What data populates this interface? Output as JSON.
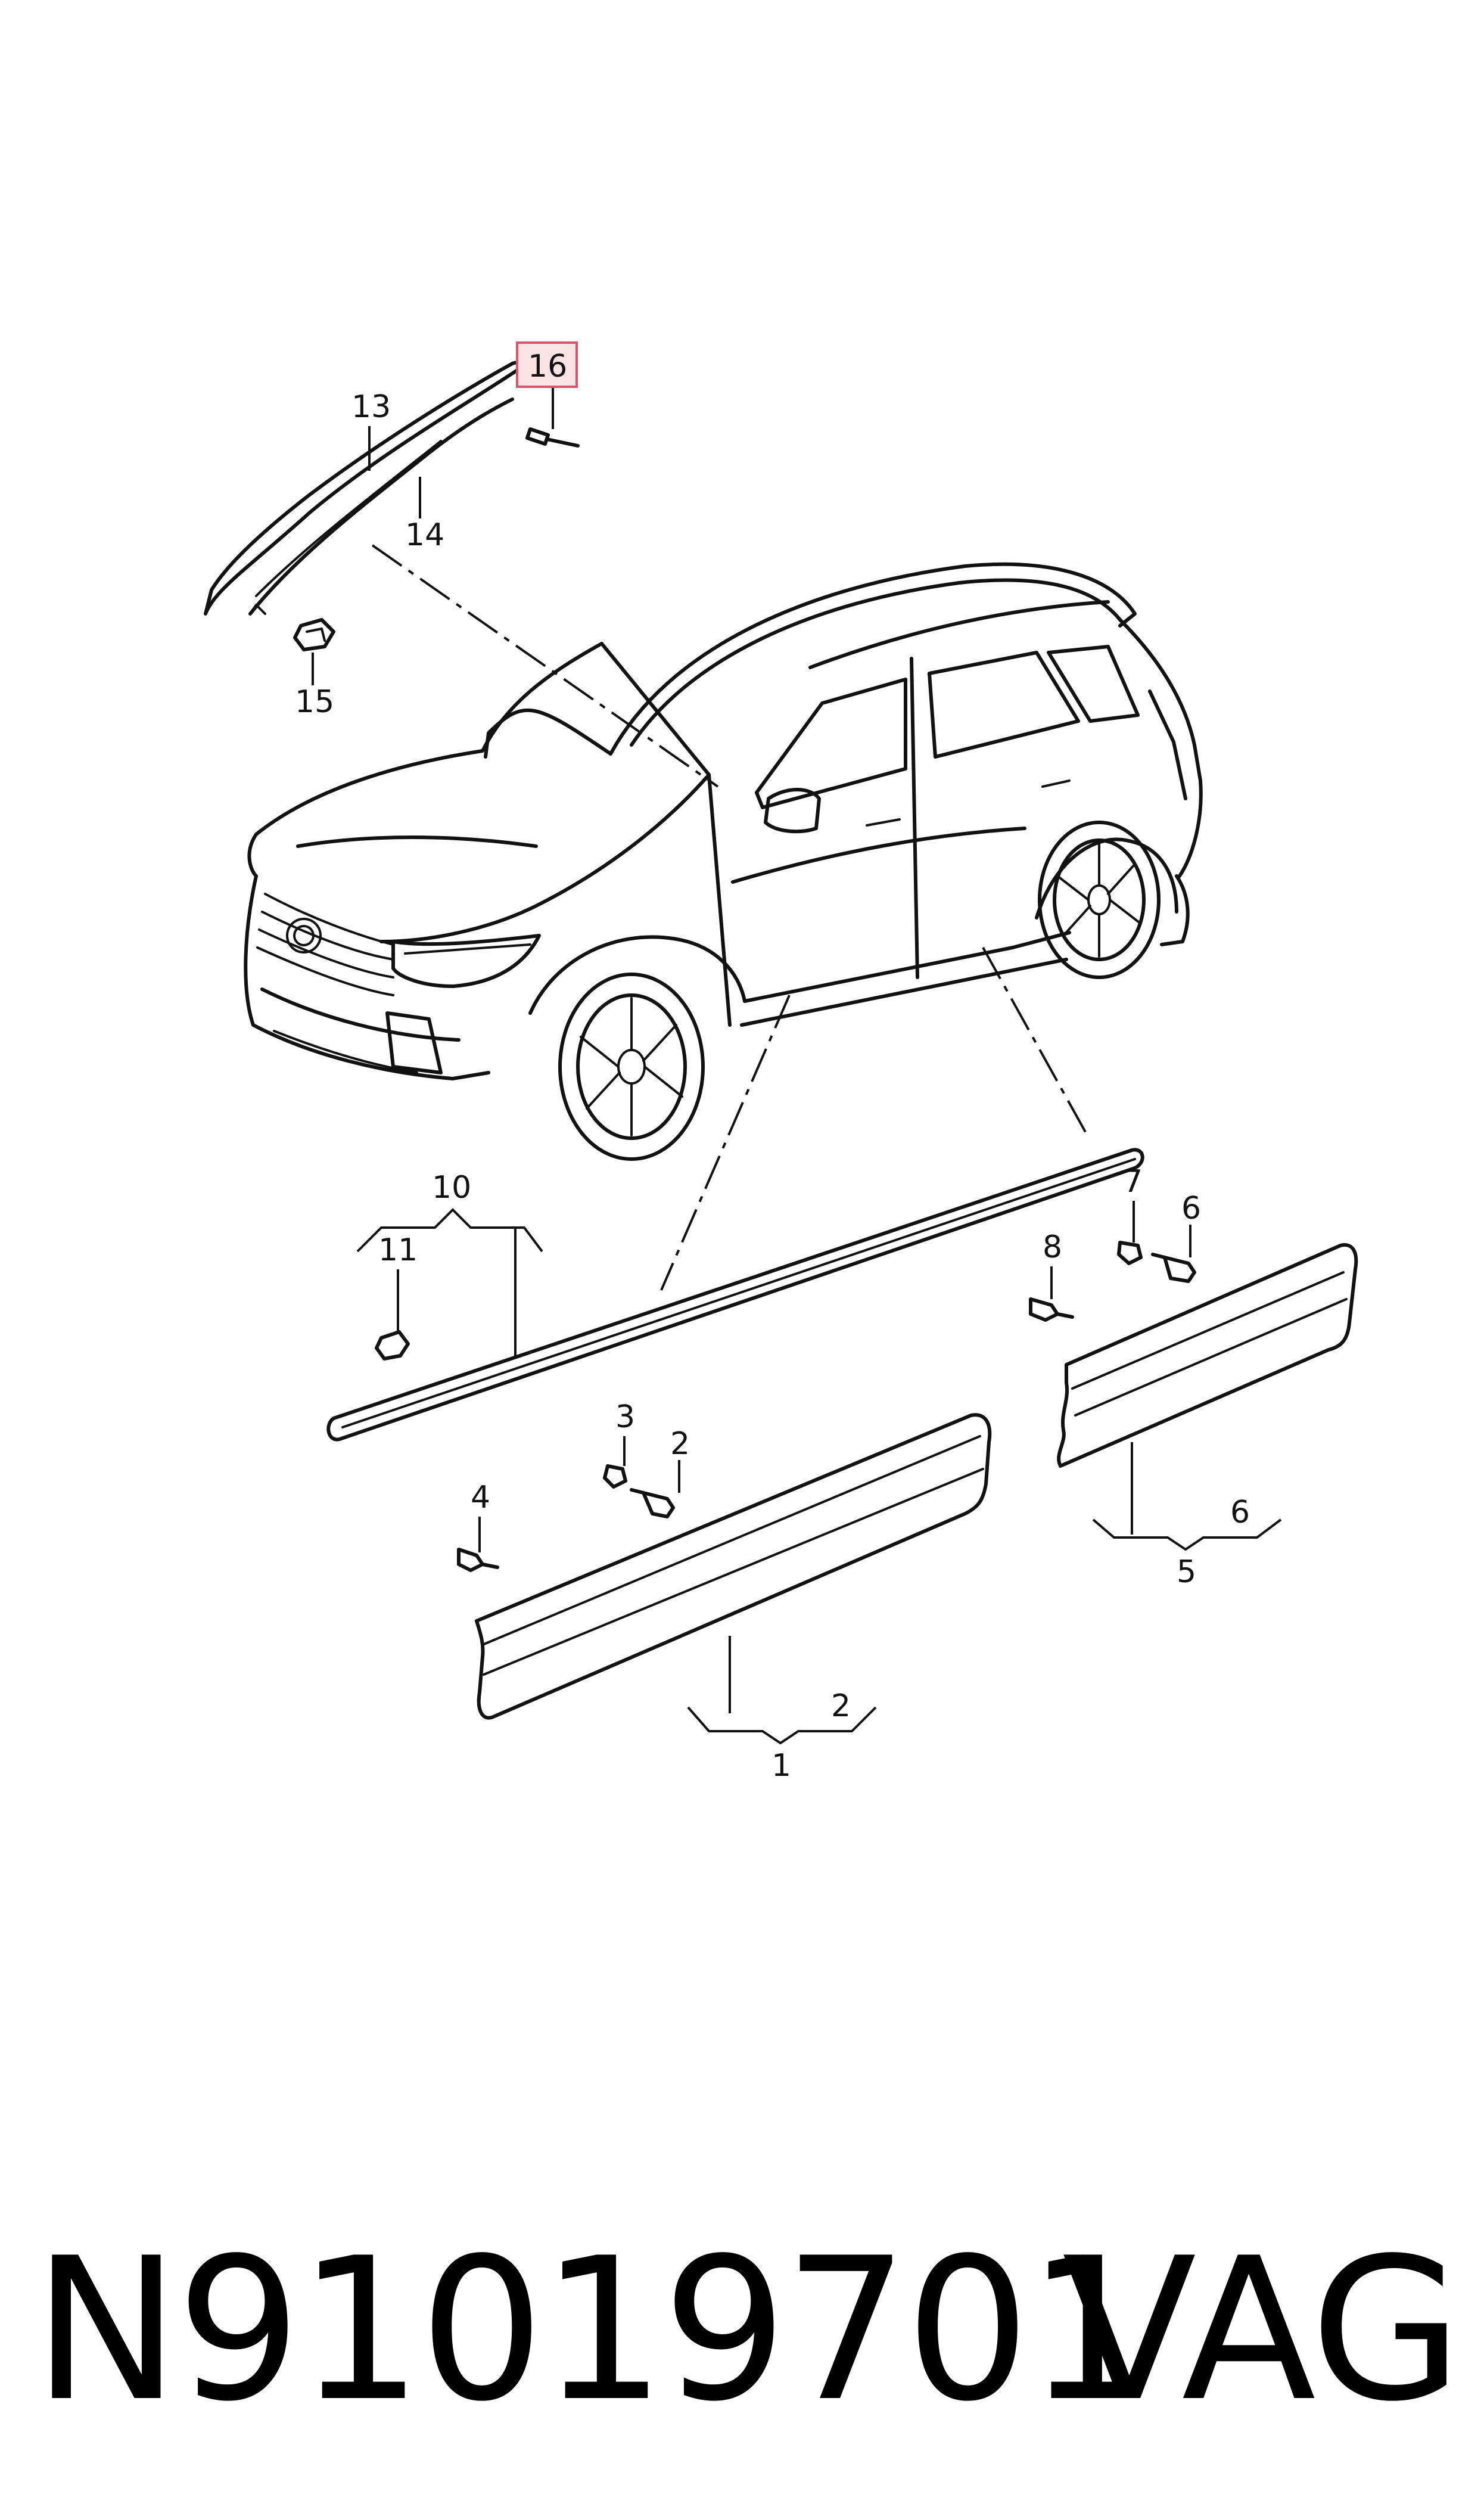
{
  "callouts": {
    "c1": "1",
    "c2a": "2",
    "c2b": "2",
    "c3": "3",
    "c4": "4",
    "c5": "5",
    "c6a": "6",
    "c6b": "6",
    "c7": "7",
    "c8": "8",
    "c10": "10",
    "c11": "11",
    "c13": "13",
    "c14": "14",
    "c15": "15",
    "c16": "16"
  },
  "highlight": {
    "callout": "16",
    "fill": "#fbe3e6",
    "stroke": "#d9536b"
  },
  "footer": {
    "part_number": "N91019701",
    "brand": "VAG"
  }
}
